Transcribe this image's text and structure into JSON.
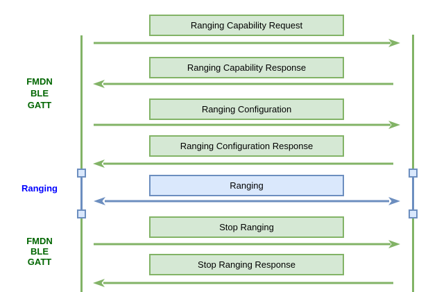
{
  "diagram": {
    "type": "sequence",
    "messages": [
      {
        "label": "Ranging Capability Request",
        "direction": "right",
        "style": "green"
      },
      {
        "label": "Ranging Capability Response",
        "direction": "left",
        "style": "green"
      },
      {
        "label": "Ranging Configuration",
        "direction": "right",
        "style": "green"
      },
      {
        "label": "Ranging Configuration Response",
        "direction": "left",
        "style": "green"
      },
      {
        "label": "Ranging",
        "direction": "both",
        "style": "blue"
      },
      {
        "label": "Stop Ranging",
        "direction": "right",
        "style": "green"
      },
      {
        "label": "Stop Ranging Response",
        "direction": "left",
        "style": "green"
      }
    ],
    "phases": [
      {
        "lines": [
          "FMDN",
          "BLE",
          "GATT"
        ],
        "color": "#006600"
      },
      {
        "lines": [
          "Ranging"
        ],
        "color": "#0000ff"
      },
      {
        "lines": [
          "FMDN",
          "BLE",
          "GATT"
        ],
        "color": "#006600"
      }
    ],
    "colors": {
      "green_fill": "#d5e8d4",
      "green_stroke": "#82b366",
      "blue_fill": "#dae8fc",
      "blue_stroke": "#6c8ebf",
      "phase_green_text": "#006600",
      "phase_blue_text": "#0000ff",
      "message_text": "#000000",
      "background": "#ffffff"
    }
  }
}
